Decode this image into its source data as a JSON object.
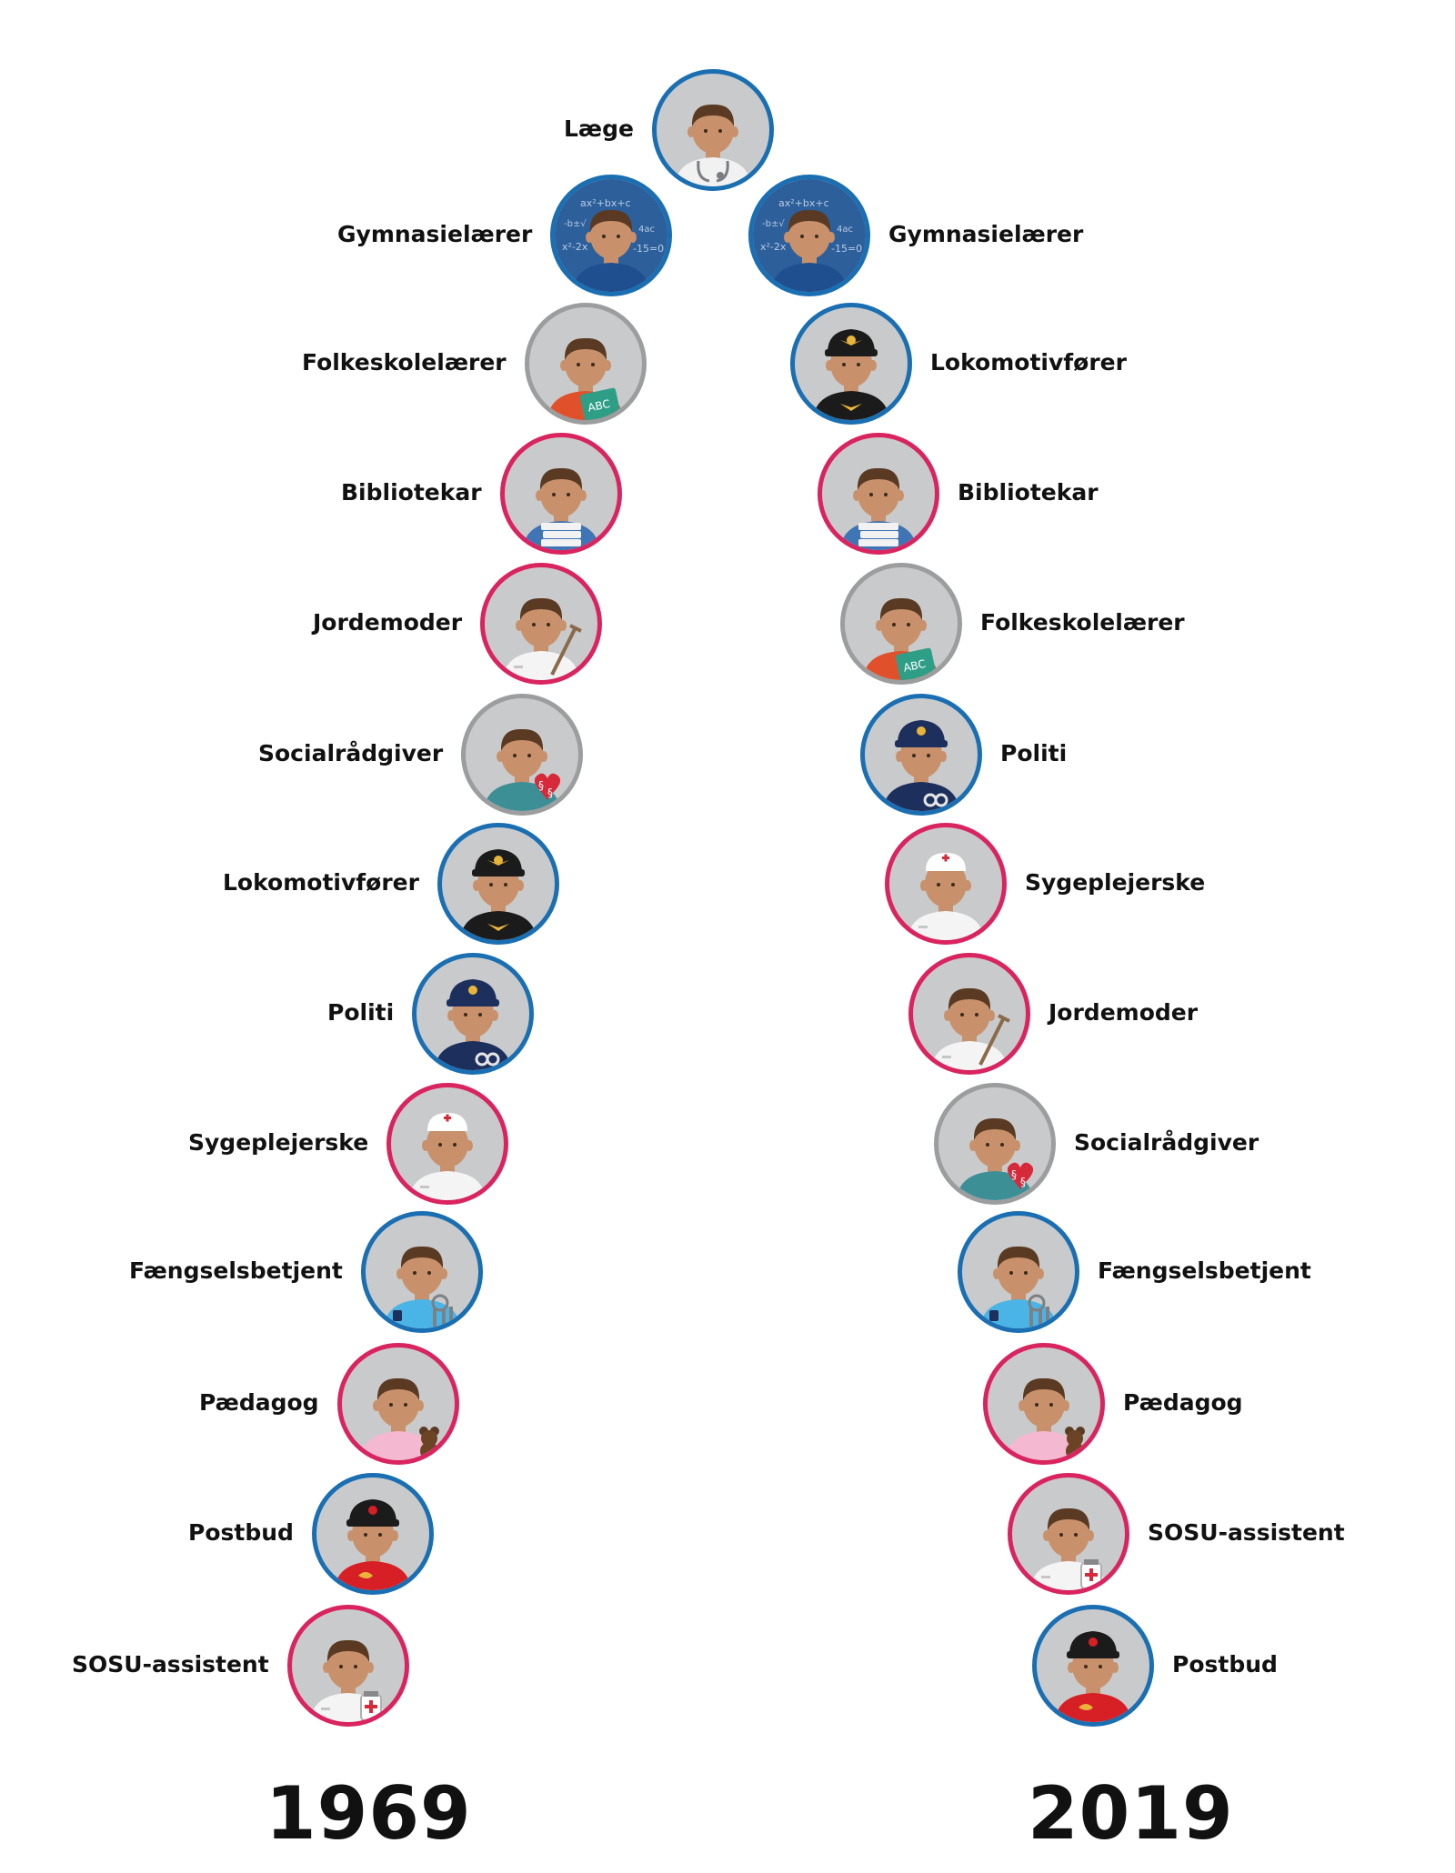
{
  "colors": {
    "blue": "#1a6fb3",
    "pink": "#d9245f",
    "gray": "#9c9d9e"
  },
  "years": {
    "left": "1969",
    "right": "2019"
  },
  "top": {
    "label": "Læge",
    "ring": "blue",
    "icon": "doctor"
  },
  "left": [
    {
      "label": "Gymnasielærer",
      "ring": "blue",
      "icon": "teacher"
    },
    {
      "label": "Folkeskolelærer",
      "ring": "gray",
      "icon": "school-teacher"
    },
    {
      "label": "Bibliotekar",
      "ring": "pink",
      "icon": "librarian"
    },
    {
      "label": "Jordemoder",
      "ring": "pink",
      "icon": "midwife"
    },
    {
      "label": "Socialrådgiver",
      "ring": "gray",
      "icon": "social-worker"
    },
    {
      "label": "Lokomotivfører",
      "ring": "blue",
      "icon": "train-driver"
    },
    {
      "label": "Politi",
      "ring": "blue",
      "icon": "police"
    },
    {
      "label": "Sygeplejerske",
      "ring": "pink",
      "icon": "nurse"
    },
    {
      "label": "Fængselsbetjent",
      "ring": "blue",
      "icon": "prison-officer"
    },
    {
      "label": "Pædagog",
      "ring": "pink",
      "icon": "pedagogue"
    },
    {
      "label": "Postbud",
      "ring": "blue",
      "icon": "postman"
    },
    {
      "label": "SOSU-assistent",
      "ring": "pink",
      "icon": "care-assistant"
    }
  ],
  "right": [
    {
      "label": "Gymnasielærer",
      "ring": "blue",
      "icon": "teacher"
    },
    {
      "label": "Lokomotivfører",
      "ring": "blue",
      "icon": "train-driver"
    },
    {
      "label": "Bibliotekar",
      "ring": "pink",
      "icon": "librarian"
    },
    {
      "label": "Folkeskolelærer",
      "ring": "gray",
      "icon": "school-teacher"
    },
    {
      "label": "Politi",
      "ring": "blue",
      "icon": "police"
    },
    {
      "label": "Sygeplejerske",
      "ring": "pink",
      "icon": "nurse"
    },
    {
      "label": "Jordemoder",
      "ring": "pink",
      "icon": "midwife"
    },
    {
      "label": "Socialrådgiver",
      "ring": "gray",
      "icon": "social-worker"
    },
    {
      "label": "Fængselsbetjent",
      "ring": "blue",
      "icon": "prison-officer"
    },
    {
      "label": "Pædagog",
      "ring": "pink",
      "icon": "pedagogue"
    },
    {
      "label": "SOSU-assistent",
      "ring": "pink",
      "icon": "care-assistant"
    },
    {
      "label": "Postbud",
      "ring": "blue",
      "icon": "postman"
    }
  ]
}
